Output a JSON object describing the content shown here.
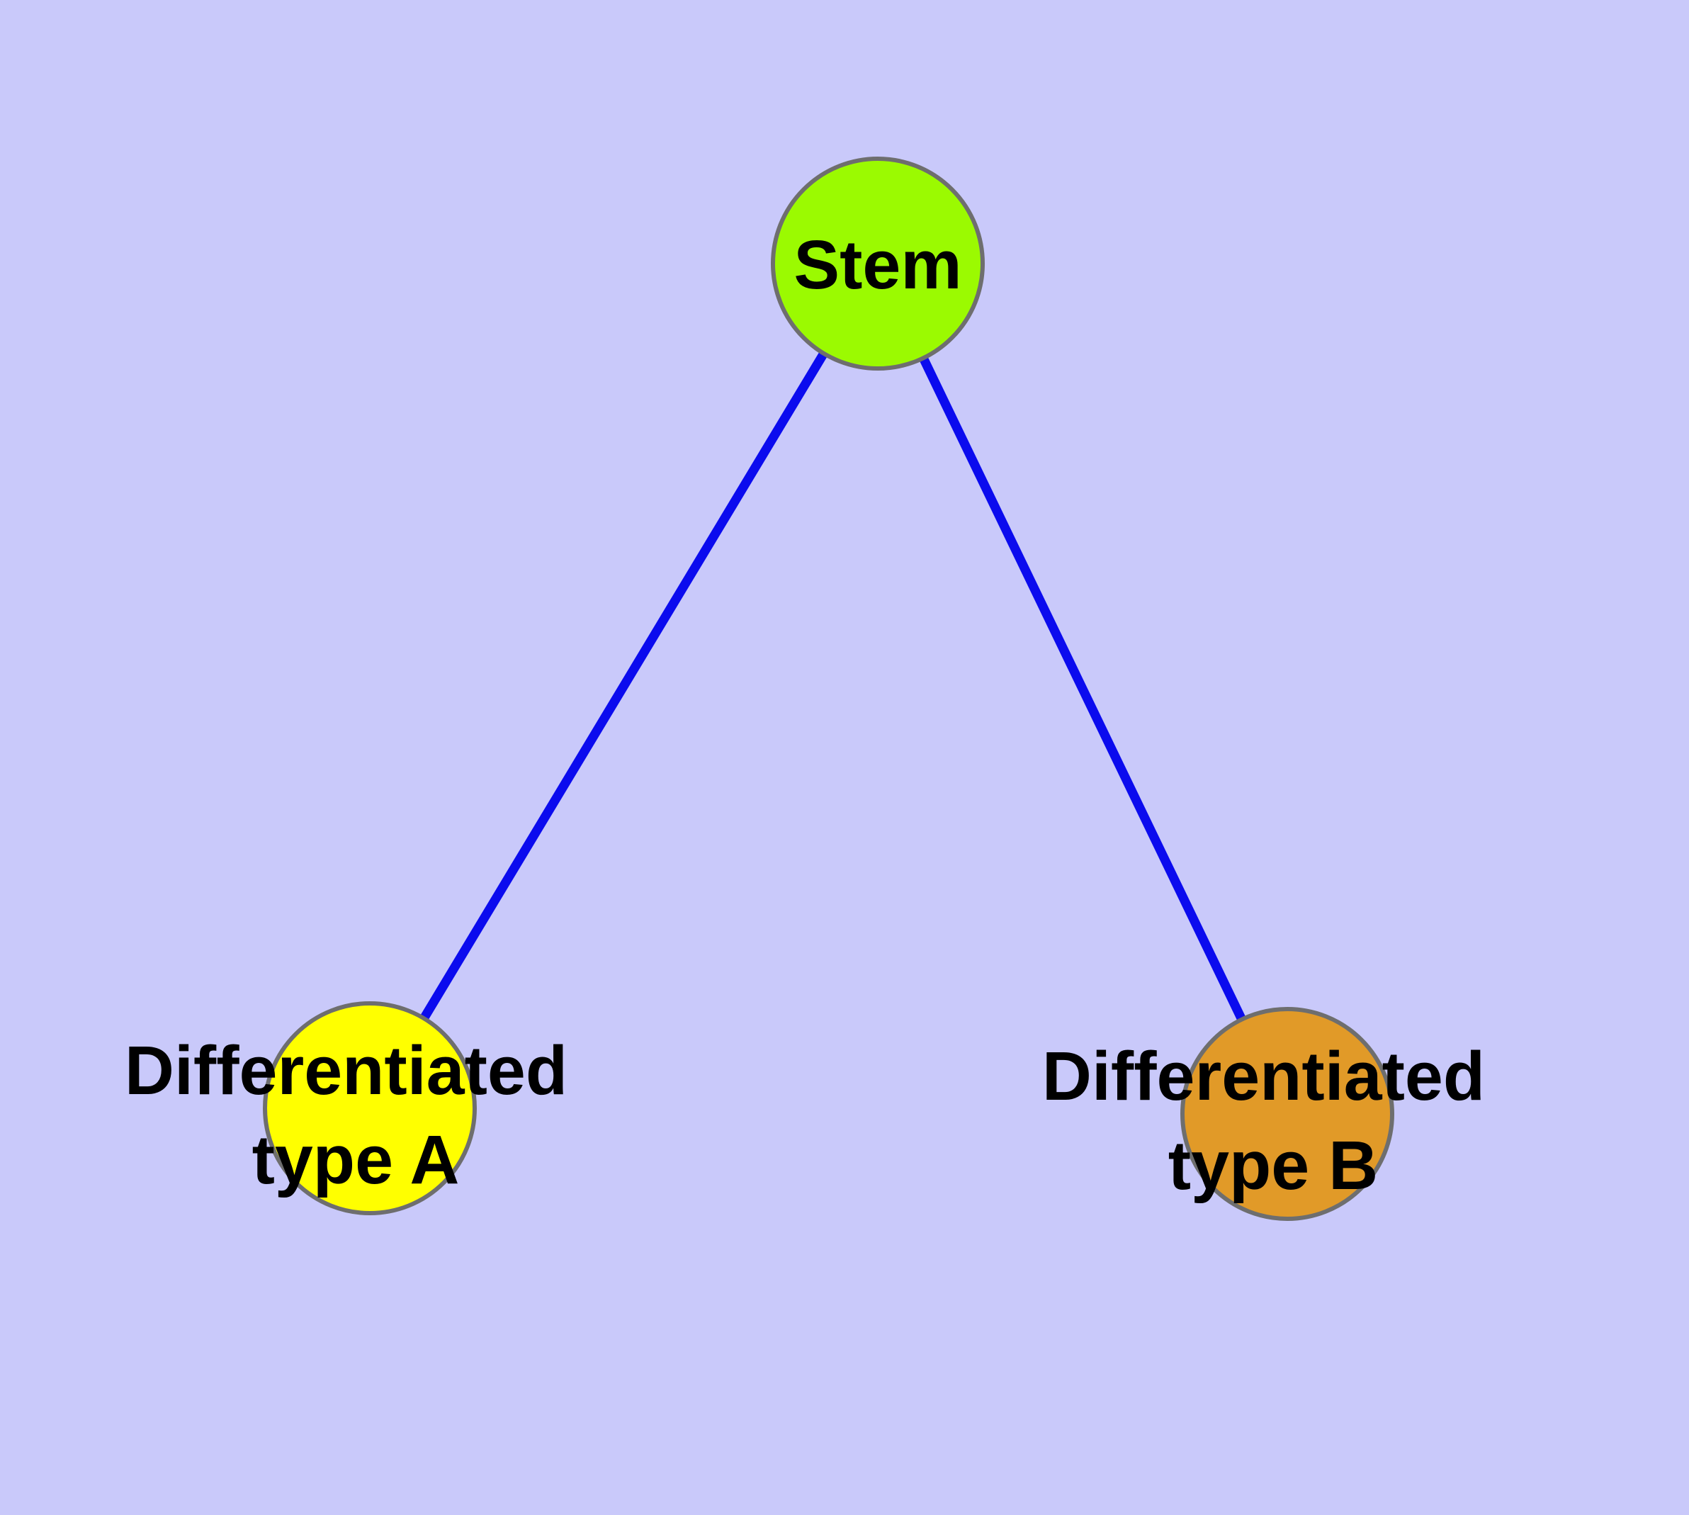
{
  "diagram": {
    "type": "node-link-graph",
    "background_color": "#C9C9FA",
    "node_border_color": "#6E6E6E",
    "edge_color": "#0B0BEE",
    "label_color": "#000000",
    "nodes": [
      {
        "id": "stem",
        "label": "Stem",
        "fill_color": "#9BFA01",
        "shape": "circle"
      },
      {
        "id": "differentiated-type-a",
        "label_line1": "Differentiated",
        "label_line2": "type A",
        "fill_color": "#FFFF00",
        "shape": "circle"
      },
      {
        "id": "differentiated-type-b",
        "label_line1": "Differentiated",
        "label_line2": "type B",
        "fill_color": "#E19A28",
        "shape": "circle"
      }
    ],
    "edges": [
      {
        "from": "Stem",
        "to": "Differentiated type A"
      },
      {
        "from": "Stem",
        "to": "Differentiated type B"
      }
    ]
  }
}
